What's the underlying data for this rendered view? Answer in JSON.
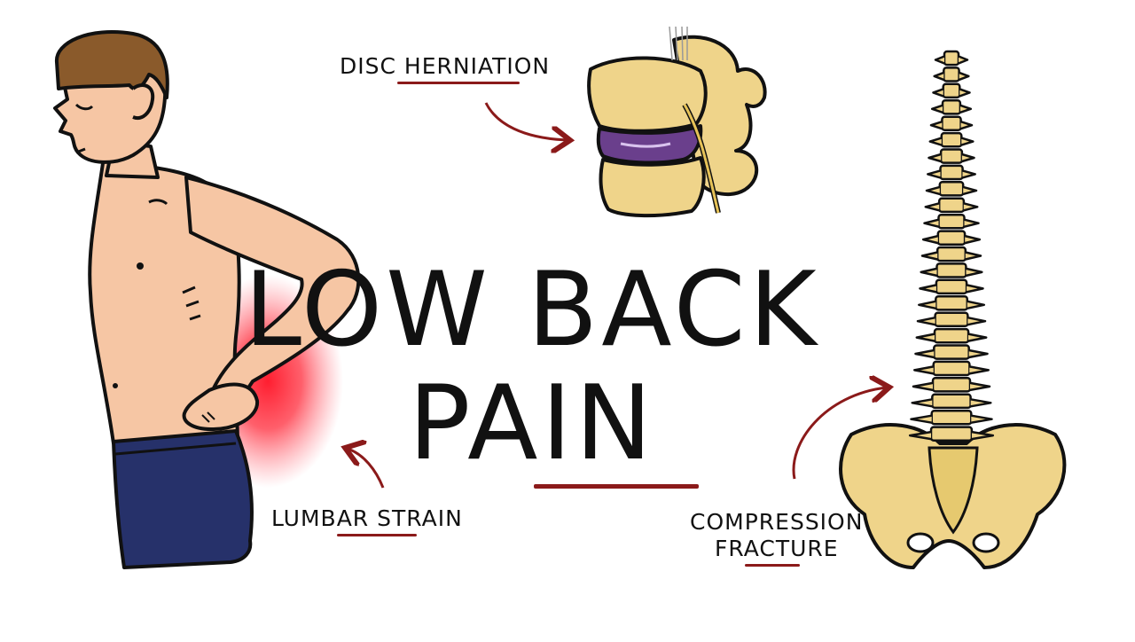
{
  "title": {
    "line1": "LOW BACK",
    "line2": "PAIN"
  },
  "labels": {
    "disc": {
      "prefix": "DISC",
      "underlined": "HERNIATION"
    },
    "lumbar": {
      "first": "LUMBAR",
      "second": "STRAIN"
    },
    "compression": {
      "line1": "COMPRESSION",
      "line2": "FRACTURE"
    }
  },
  "colors": {
    "accent": "#8b1a1a",
    "skin": "#f6c6a4",
    "shorts": "#26316a",
    "hair": "#8a5a2b",
    "bone": "#efd48a",
    "disc": "#6a3f8c",
    "pain": "#ff2a3a"
  }
}
